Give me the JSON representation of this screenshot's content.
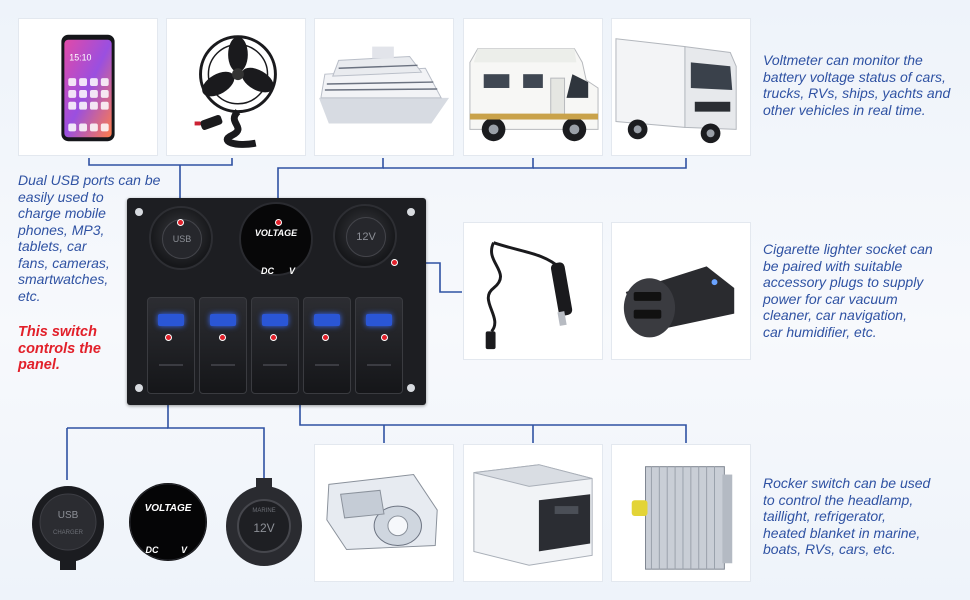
{
  "descriptions": {
    "voltmeter": "Voltmeter can monitor the\nbattery voltage status of cars,\ntrucks, RVs,  ships, yachts and\nother vehicles in real time.",
    "usb": "Dual USB ports can be\neasily used to\ncharge mobile\nphones, MP3,\ntablets, car\nfans, cameras,\nsmartwatches,\netc.",
    "switch_warning": "This switch\ncontrols the\npanel.",
    "lighter": "Cigarette lighter socket can\nbe paired with suitable\naccessory plugs to supply\npower for car vacuum\ncleaner, car navigation,\ncar humidifier, etc.",
    "rocker": "Rocker switch can be used\nto control the headlamp,\ntaillight, refrigerator,\nheated blanket in marine,\nboats, RVs, cars, etc."
  },
  "panel": {
    "usb_label": "USB",
    "voltage_label": "VOLTAGE",
    "dc_label": "DC",
    "v_label": "V",
    "socket_label": "12V",
    "switch_count": 5
  },
  "components": {
    "usb_label": "USB",
    "usb_sub": "CHARGER",
    "voltage_label": "VOLTAGE",
    "dc_label": "DC",
    "v_label": "V",
    "socket_label": "12V",
    "socket_sub": "MARINE"
  },
  "phone": {
    "time": "15:10"
  },
  "colors": {
    "wire": "#2f52a3",
    "text_blue": "#2f52a3",
    "text_red": "#e2202a",
    "panel": "#1d1e22",
    "led_blue": "#2a56d6",
    "dot_red": "#e2202a"
  },
  "icons": [
    "phone-image",
    "fan-image",
    "ship-image",
    "rv-image",
    "truck-image",
    "car-charger-cable-image",
    "usb-car-adapter-image",
    "headlamp-image",
    "fridge-image",
    "radiator-image"
  ]
}
